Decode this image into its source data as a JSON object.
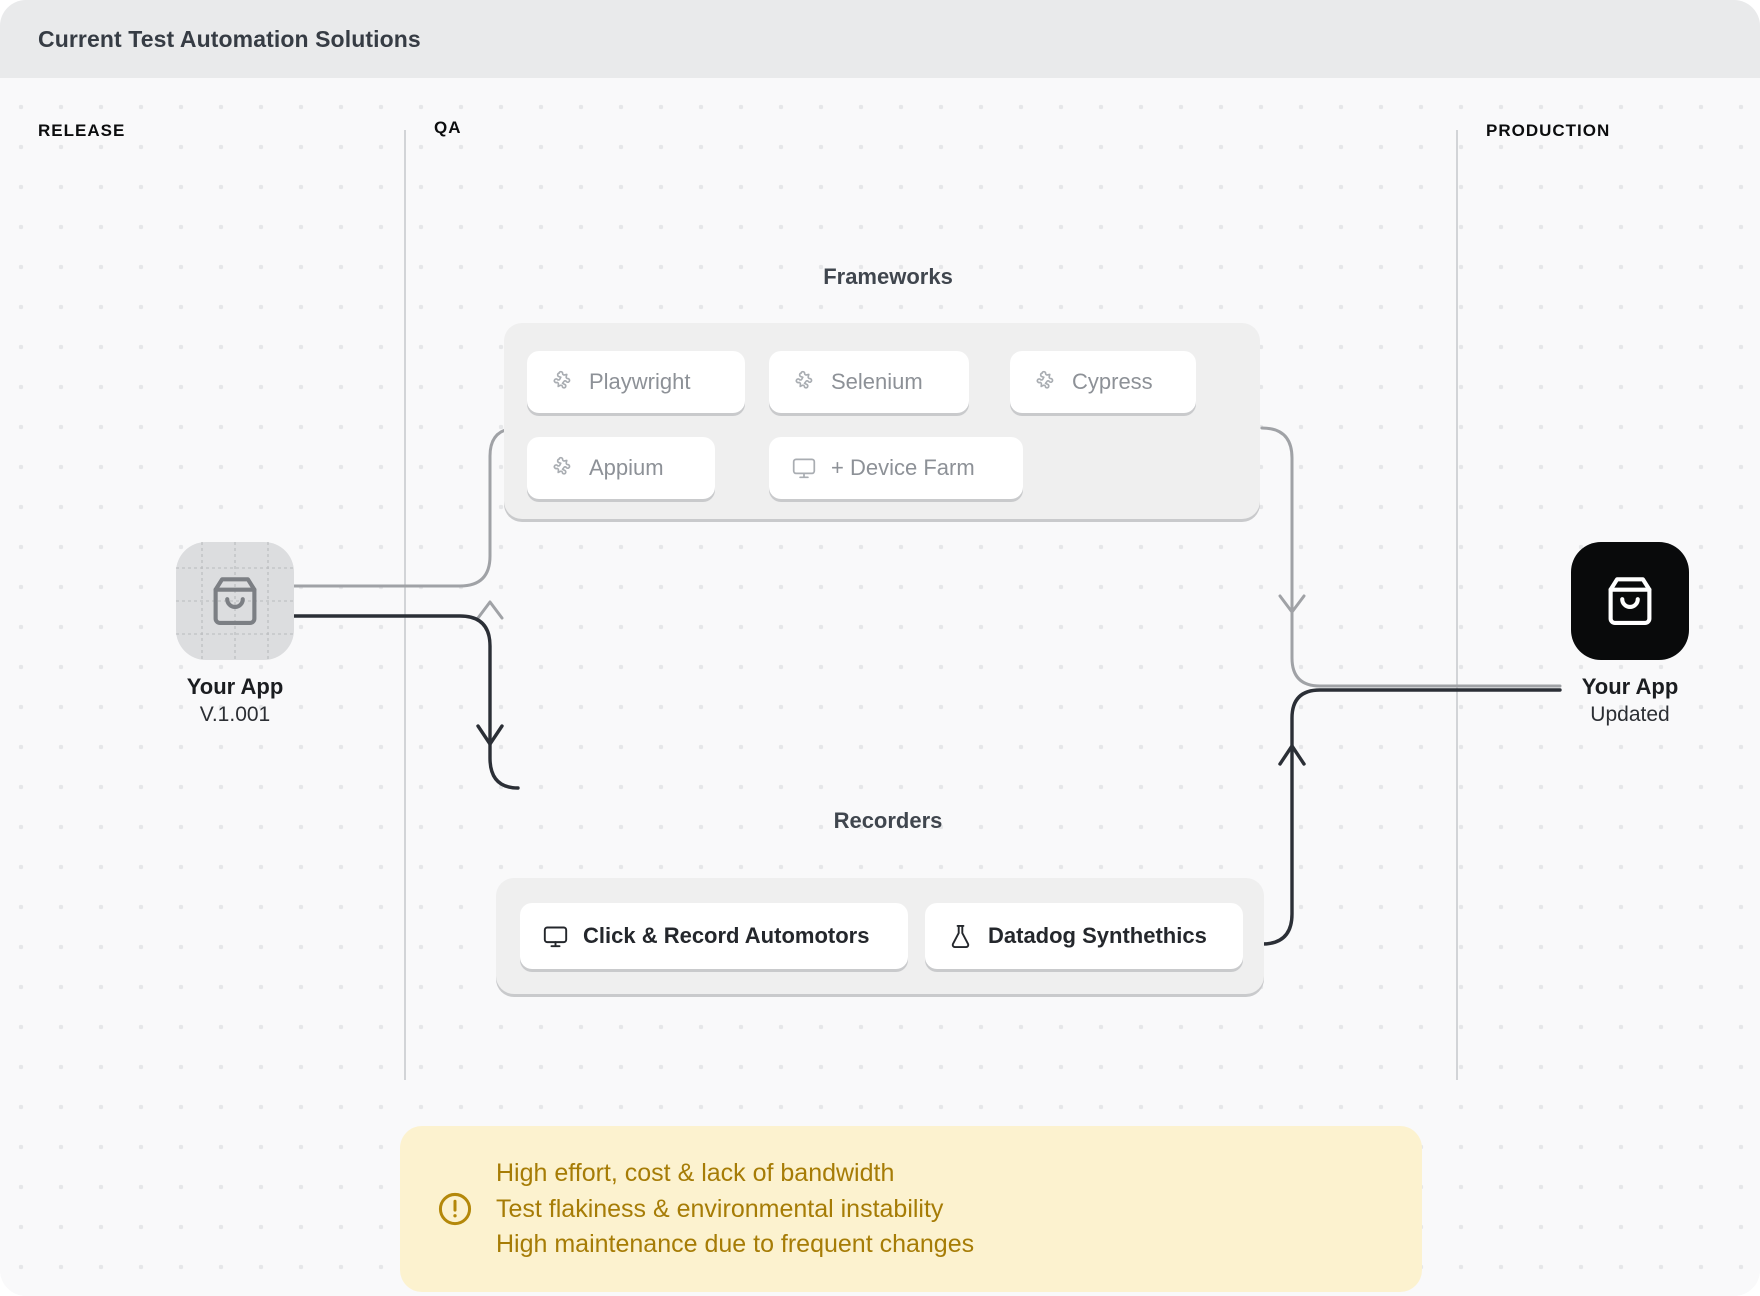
{
  "window": {
    "title": "Current Test Automation Solutions"
  },
  "lanes": [
    {
      "label": "RELEASE"
    },
    {
      "label": "QA"
    },
    {
      "label": "PRODUCTION"
    }
  ],
  "groups": [
    {
      "title": "Frameworks",
      "items": [
        {
          "label": "Playwright",
          "icon": "puzzle-icon"
        },
        {
          "label": "Selenium",
          "icon": "puzzle-icon"
        },
        {
          "label": "Cypress",
          "icon": "puzzle-icon"
        },
        {
          "label": "Appium",
          "icon": "puzzle-icon"
        },
        {
          "label": "+ Device Farm",
          "icon": "monitor-icon"
        }
      ]
    },
    {
      "title": "Recorders",
      "items": [
        {
          "label": "Click & Record Automotors",
          "icon": "monitor-icon"
        },
        {
          "label": "Datadog Synthethics",
          "icon": "flask-icon"
        }
      ]
    }
  ],
  "nodes": {
    "source": {
      "name": "Your App",
      "sub": "V.1.001",
      "icon": "shopping-bag-icon"
    },
    "target": {
      "name": "Your App",
      "sub": "Updated",
      "icon": "shopping-bag-icon"
    }
  },
  "callout": {
    "icon": "alert-circle-icon",
    "lines": [
      "High effort, cost & lack of bandwidth",
      "Test flakiness & environmental instability",
      "High maintenance due to frequent changes"
    ]
  },
  "colors": {
    "titlebar": "#e9eaeb",
    "canvas": "#f9f9fa",
    "panel": "#efefef",
    "chip": "#ffffff",
    "wire_light": "#a0a2a6",
    "wire_dark": "#2b2f36",
    "callout_bg": "#fcf2cf",
    "callout_text": "#a67c06",
    "app_ghost": "#dcdddf",
    "app_solid": "#090a0b"
  }
}
